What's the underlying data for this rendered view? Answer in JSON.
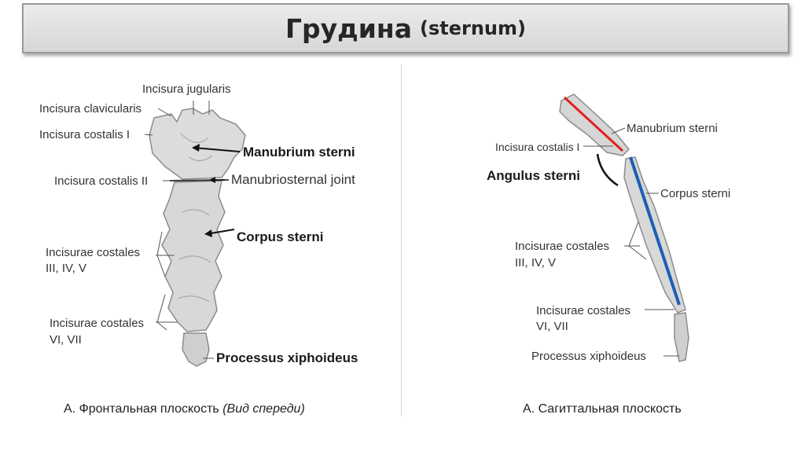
{
  "title": {
    "main": "Грудина",
    "sub": "(sternum)"
  },
  "front": {
    "labels": {
      "incisura_jugularis": "Incisura jugularis",
      "incisura_clavicularis": "Incisura clavicularis",
      "incisura_costalis_i": "Incisura costalis I",
      "manubrium": "Manubrium sterni",
      "incisura_costalis_ii": "Incisura costalis II",
      "manubriosternal": "Manubriosternal joint",
      "corpus": "Corpus sterni",
      "incisurae_345_a": "Incisurae costales",
      "incisurae_345_b": "III, IV, V",
      "incisurae_67_a": "Incisurae costales",
      "incisurae_67_b": "VI, VII",
      "xiphoid": "Processus xiphoideus"
    },
    "caption_prefix": "А. Фронтальная плоскость ",
    "caption_italic": "(Вид спереди)"
  },
  "side": {
    "labels": {
      "manubrium": "Manubrium sterni",
      "incisura_costalis_i": "Incisura costalis I",
      "angulus": "Angulus sterni",
      "corpus": "Corpus sterni",
      "incisurae_345_a": "Incisurae costales",
      "incisurae_345_b": "III, IV, V",
      "incisurae_67_a": "Incisurae costales",
      "incisurae_67_b": "VI, VII",
      "xiphoid": "Processus xiphoideus"
    },
    "caption": "А. Сагиттальная плоскость"
  },
  "colors": {
    "manubrium_axis": "#e02020",
    "body_axis": "#1a5fb4",
    "bone": "#d9d9d9",
    "bone_shade": "#9a9a9a"
  }
}
